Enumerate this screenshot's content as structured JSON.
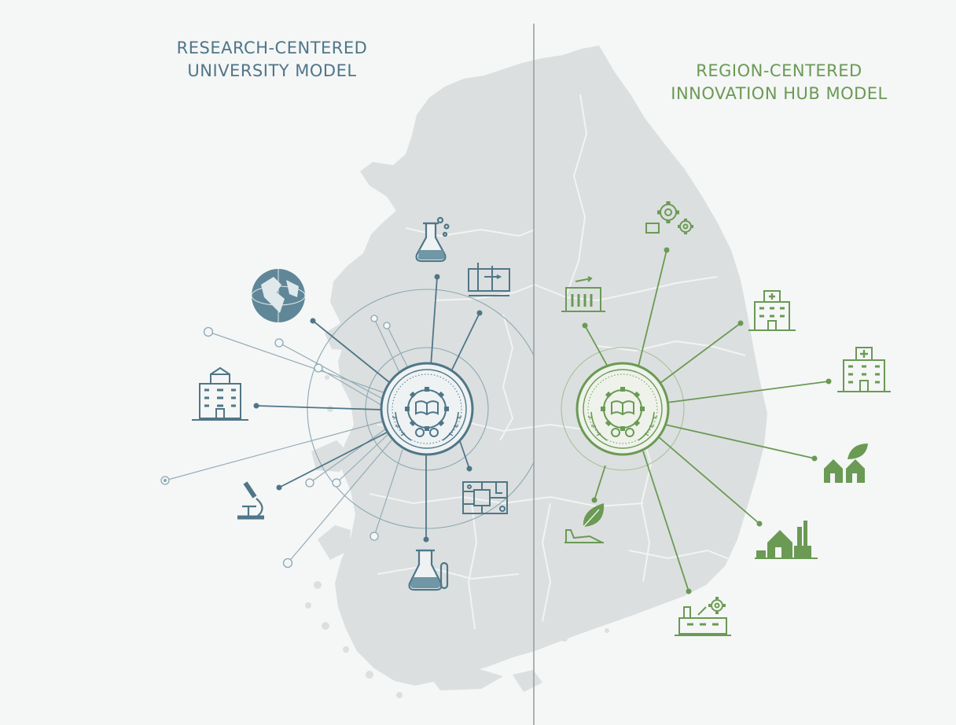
{
  "left_panel": {
    "title_lines": [
      "RESEARCH-CENTERED",
      "UNIVERSITY MODEL"
    ],
    "color": "#4f7688",
    "hub_icon": "university-seal-icon",
    "icons": [
      "globe-icon",
      "flask-icon",
      "lab-equipment-icon",
      "office-building-icon",
      "microscope-icon",
      "circuit-board-icon",
      "beaker-icon"
    ]
  },
  "right_panel": {
    "title_lines": [
      "REGION-CENTERED",
      "INNOVATION HUB MODEL"
    ],
    "color": "#6a9a54",
    "hub_icon": "university-seal-icon",
    "icons": [
      "gears-icon",
      "factory-icon",
      "hospital-icon",
      "hospital-icon",
      "houses-leaf-icon",
      "leaf-icon",
      "house-factory-icon",
      "industry-gear-icon"
    ]
  },
  "colors": {
    "background": "#f5f6f6",
    "map": "#dcdfdf",
    "divider": "#9aa0a2"
  }
}
